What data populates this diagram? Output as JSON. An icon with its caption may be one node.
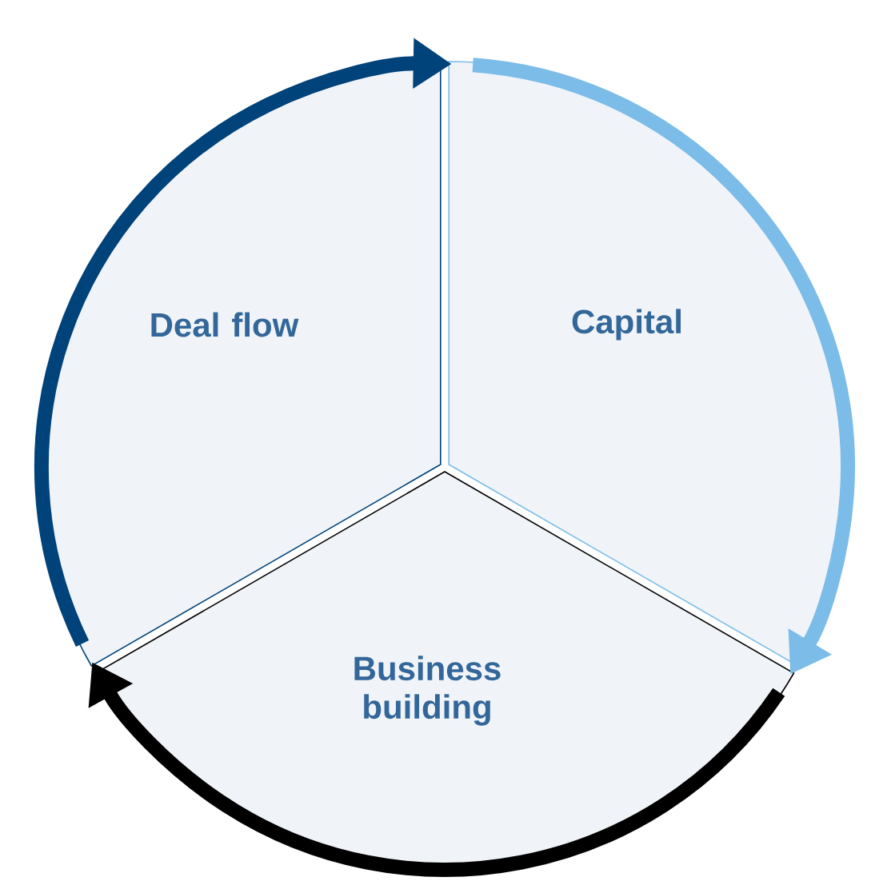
{
  "diagram": {
    "nodes": [
      {
        "text": [
          "Deal flow"
        ]
      },
      {
        "text": [
          "Capital"
        ]
      },
      {
        "text": [
          "Business building"
        ]
      }
    ],
    "edges": [
      {
        "from": 0,
        "to": 1,
        "arrow": "to",
        "color": "#00427a"
      },
      {
        "from": 1,
        "to": 2,
        "arrow": "to",
        "color": "#7bbce8"
      },
      {
        "from": 2,
        "to": 0,
        "arrow": "to",
        "color": "#000000"
      }
    ]
  }
}
